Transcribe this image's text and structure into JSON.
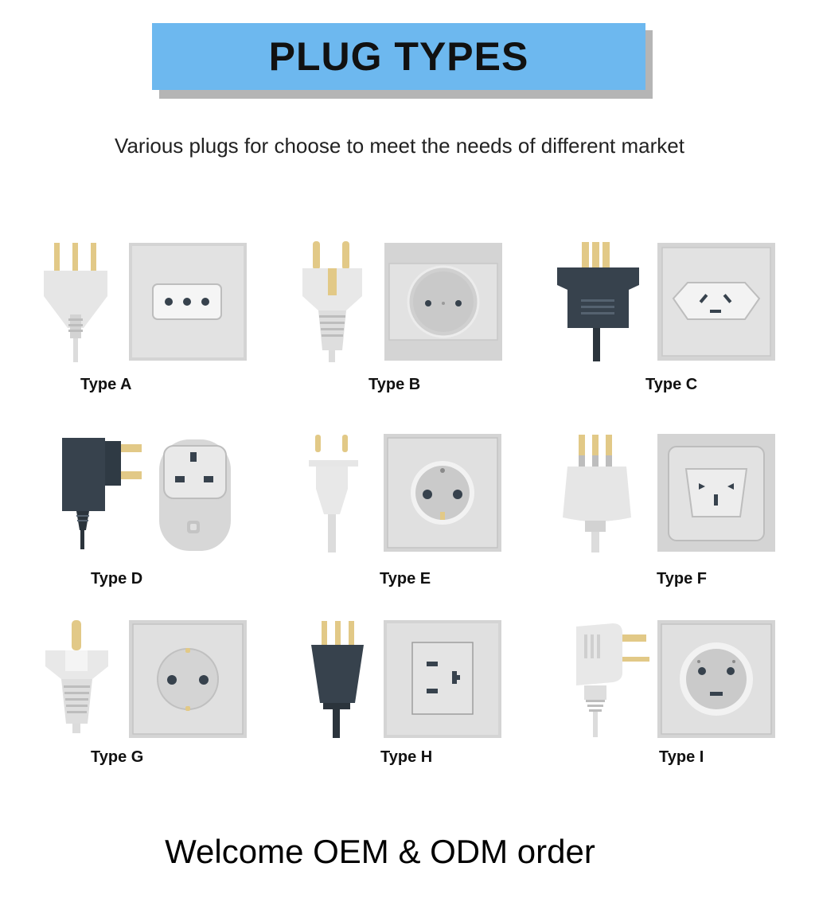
{
  "header": {
    "title": "PLUG TYPES",
    "subtitle": "Various plugs for choose to meet the needs of different market"
  },
  "colors": {
    "banner": "#6db8ef",
    "pin_gold": "#e2c987",
    "plug_white": "#e8e8e8",
    "plug_dark": "#37424d",
    "socket_plate": "#dcdcdc"
  },
  "plug_types": [
    {
      "label": "Type A",
      "plug_icon": "three-pin-flat-plug-icon",
      "socket_icon": "three-hole-socket-icon"
    },
    {
      "label": "Type B",
      "plug_icon": "round-pin-earth-plug-icon",
      "socket_icon": "round-two-hole-socket-icon"
    },
    {
      "label": "Type C",
      "plug_icon": "dark-three-blade-plug-icon",
      "socket_icon": "angled-hole-socket-icon"
    },
    {
      "label": "Type D",
      "plug_icon": "wall-adapter-plug-icon",
      "socket_icon": "three-rectangular-hole-adapter-icon"
    },
    {
      "label": "Type E",
      "plug_icon": "slim-two-pin-plug-icon",
      "socket_icon": "round-pin-socket-icon"
    },
    {
      "label": "Type F",
      "plug_icon": "angled-three-pin-plug-icon",
      "socket_icon": "trapezoid-socket-icon"
    },
    {
      "label": "Type G",
      "plug_icon": "single-pin-earth-plug-icon",
      "socket_icon": "schuko-socket-icon"
    },
    {
      "label": "Type H",
      "plug_icon": "dark-three-pin-plug-icon",
      "socket_icon": "rectangular-slot-socket-icon"
    },
    {
      "label": "Type I",
      "plug_icon": "right-angle-plug-icon",
      "socket_icon": "three-dot-round-socket-icon"
    }
  ],
  "footer": {
    "text": "Welcome OEM & ODM order"
  }
}
